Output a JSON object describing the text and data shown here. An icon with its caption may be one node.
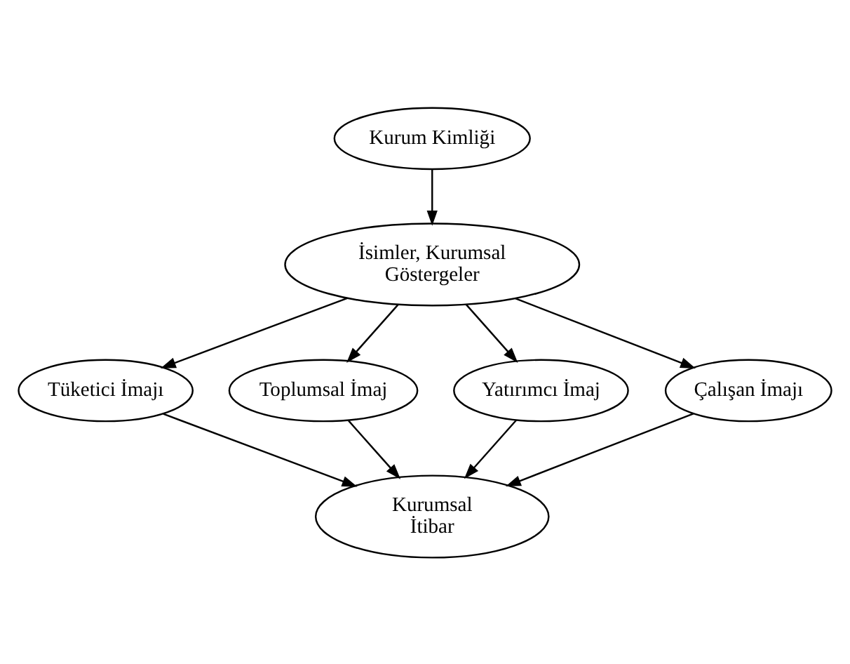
{
  "diagram": {
    "nodes": [
      {
        "text": [
          "Kurum Kimliği"
        ]
      },
      {
        "text": [
          "İsimler, Kurumsal Göstergeler"
        ]
      },
      {
        "text": [
          "Tüketici İmajı"
        ]
      },
      {
        "text": [
          "Toplumsal İmaj"
        ]
      },
      {
        "text": [
          "Yatırımcı İmaj"
        ]
      },
      {
        "text": [
          "Çalışan İmajı"
        ]
      },
      {
        "text": [
          "Kurumsal İtibar"
        ]
      }
    ],
    "edges": [
      {
        "from": 0,
        "to": 1,
        "arrow": "to"
      },
      {
        "from": 1,
        "to": 2,
        "arrow": "to"
      },
      {
        "from": 1,
        "to": 3,
        "arrow": "to"
      },
      {
        "from": 1,
        "to": 4,
        "arrow": "to"
      },
      {
        "from": 1,
        "to": 5,
        "arrow": "to"
      },
      {
        "from": 2,
        "to": 6,
        "arrow": "to"
      },
      {
        "from": 3,
        "to": 6,
        "arrow": "to"
      },
      {
        "from": 4,
        "to": 6,
        "arrow": "to"
      },
      {
        "from": 5,
        "to": 6,
        "arrow": "to"
      }
    ]
  }
}
